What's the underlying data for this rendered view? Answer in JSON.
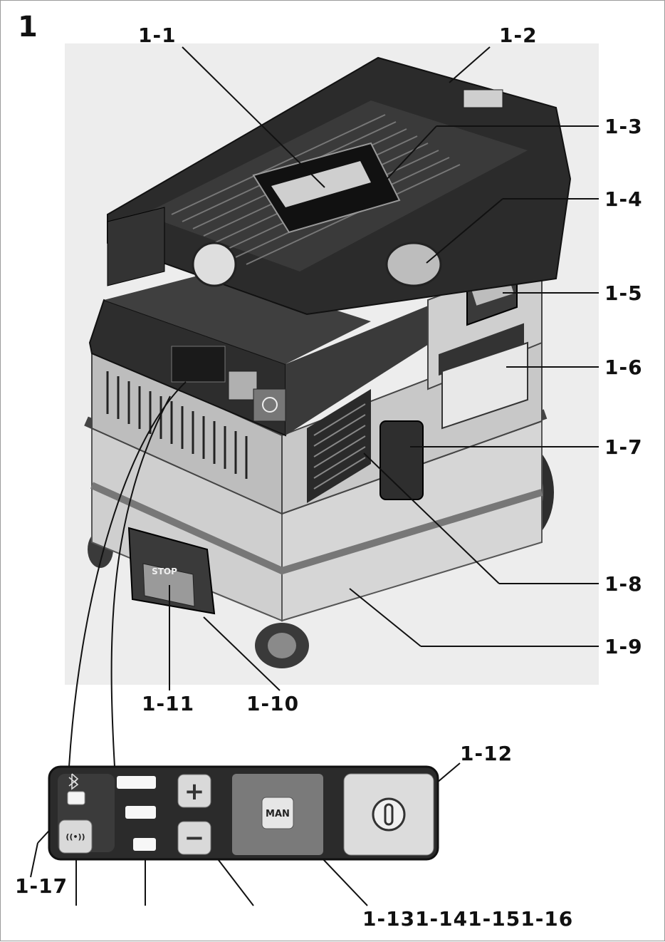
{
  "figure_number": "1",
  "callouts": {
    "c1_1": "1-1",
    "c1_2": "1-2",
    "c1_3": "1-3",
    "c1_4": "1-4",
    "c1_5": "1-5",
    "c1_6": "1-6",
    "c1_7": "1-7",
    "c1_8": "1-8",
    "c1_9": "1-9",
    "c1_10": "1-10",
    "c1_11": "1-11",
    "c1_12": "1-12",
    "c1_17": "1-17",
    "c1_13_16": "1-131-141-151-16"
  },
  "device_labels": {
    "stop": "STOP",
    "man": "MAN",
    "plus": "+",
    "minus": "−"
  },
  "icons": [
    "bluetooth-icon",
    "remote-signal-icon",
    "power-icon"
  ]
}
